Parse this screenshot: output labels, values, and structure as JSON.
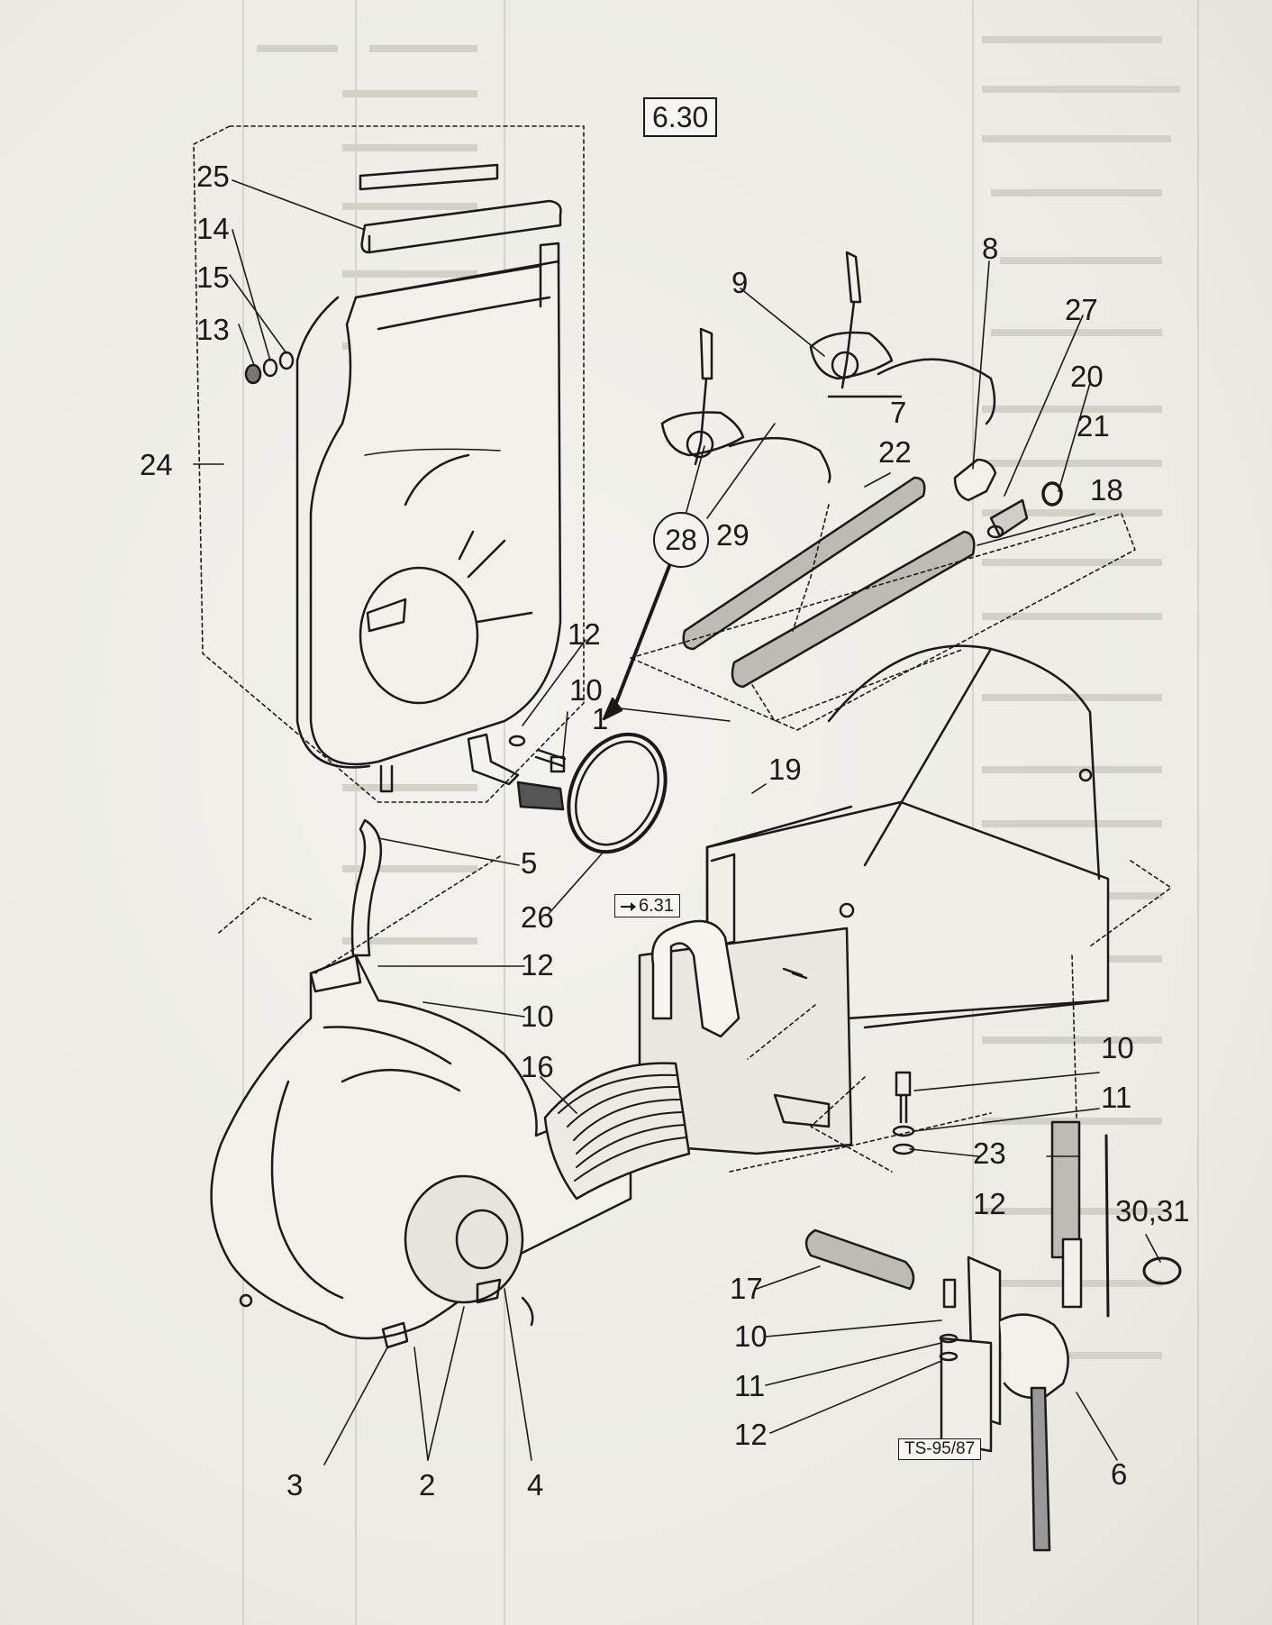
{
  "figure_number": "6.30",
  "drawing_number": "TS-95/87",
  "cross_reference": "6.31",
  "callouts": {
    "c25": "25",
    "c14": "14",
    "c15": "15",
    "c13": "13",
    "c24": "24",
    "c9": "9",
    "c8": "8",
    "c27": "27",
    "c20": "20",
    "c7": "7",
    "c21": "21",
    "c22": "22",
    "c18": "18",
    "c28": "28",
    "c29": "29",
    "c12a": "12",
    "c10a": "10",
    "c1": "1",
    "c19": "19",
    "c5": "5",
    "c26": "26",
    "c12b": "12",
    "c10b": "10",
    "c16": "16",
    "c10c": "10",
    "c11a": "11",
    "c23": "23",
    "c12c": "12",
    "c30_31": "30,31",
    "c17": "17",
    "c10d": "10",
    "c11b": "11",
    "c12d": "12",
    "c3": "3",
    "c2": "2",
    "c4": "4",
    "c6": "6"
  }
}
